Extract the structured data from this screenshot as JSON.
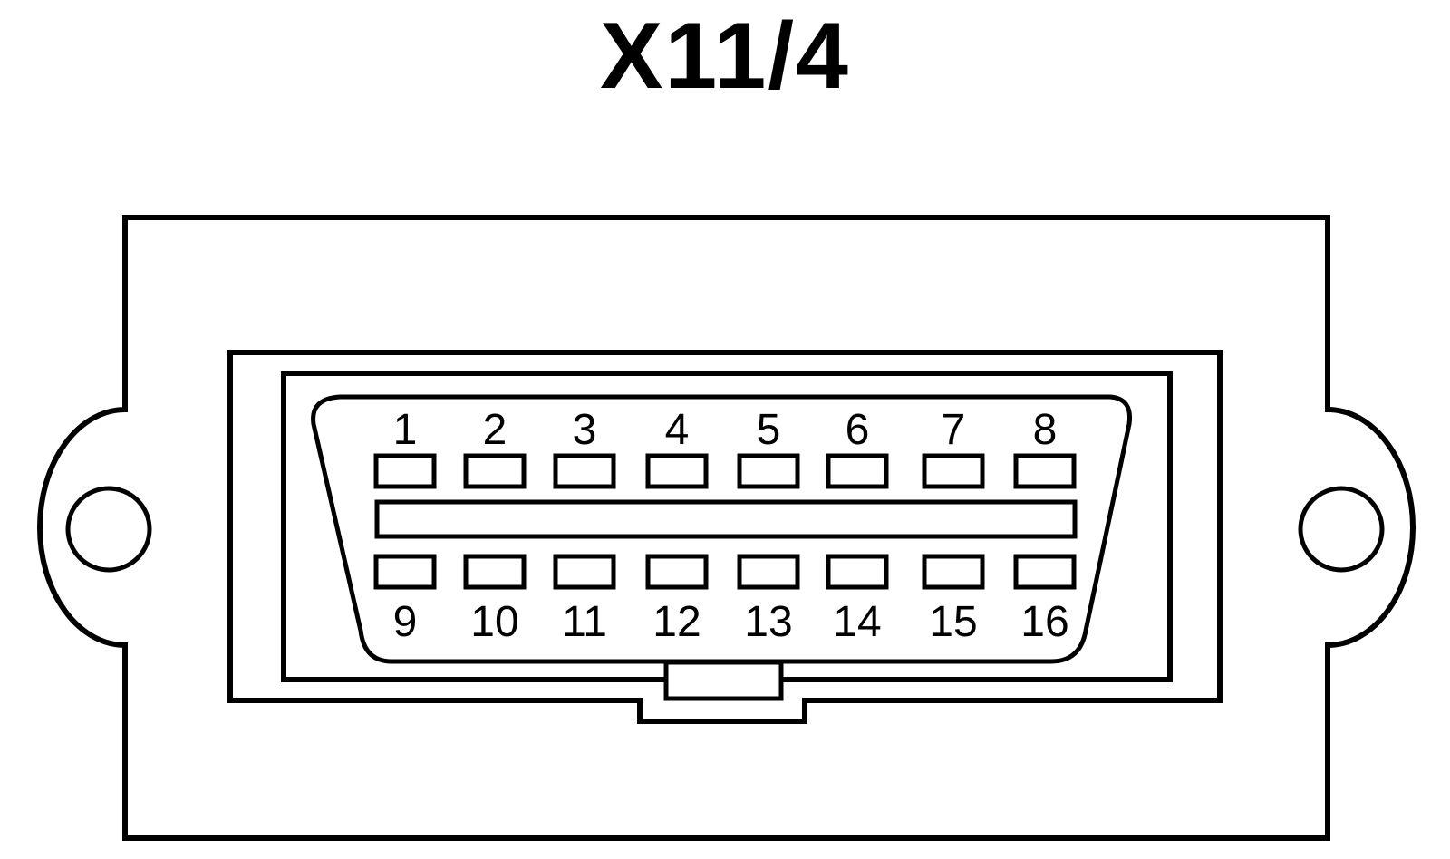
{
  "title": "X11/4",
  "colors": {
    "stroke": "#000000",
    "background": "#ffffff"
  },
  "connector": {
    "top_row_pins": [
      "1",
      "2",
      "3",
      "4",
      "5",
      "6",
      "7",
      "8"
    ],
    "bottom_row_pins": [
      "9",
      "10",
      "11",
      "12",
      "13",
      "14",
      "15",
      "16"
    ]
  }
}
